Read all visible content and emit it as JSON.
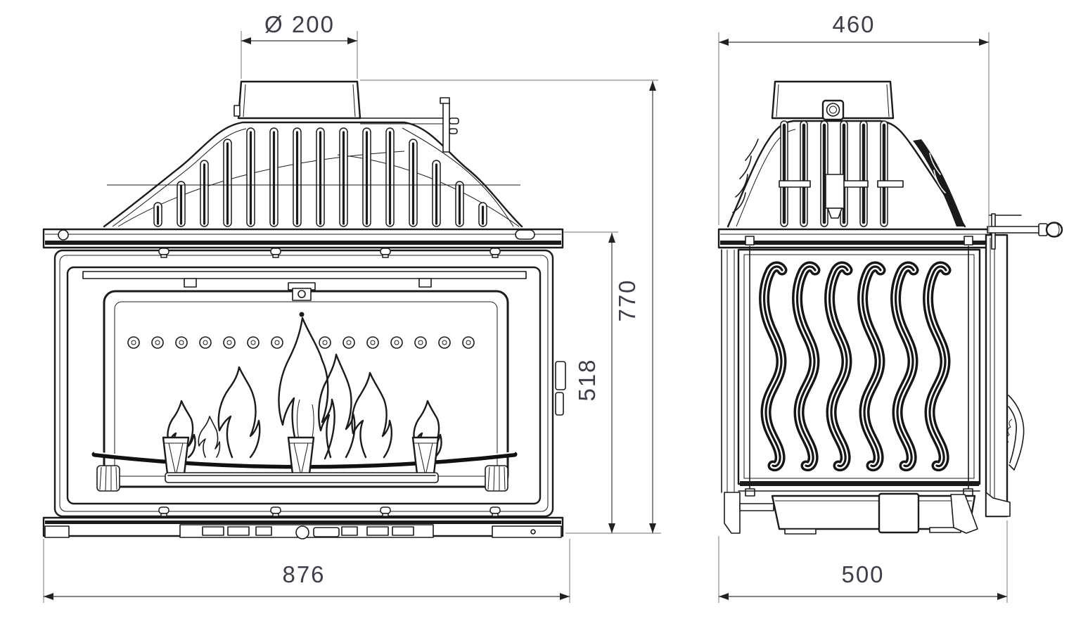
{
  "page": {
    "background": "#ffffff",
    "line_color": "#1b1b1b",
    "dimension_text_color": "#3e3e46"
  },
  "dims": {
    "flue_diameter": "Ø 200",
    "side_depth_top": "460",
    "total_height": "770",
    "firebox_height": "518",
    "front_width": "876",
    "side_depth_bottom": "500"
  }
}
